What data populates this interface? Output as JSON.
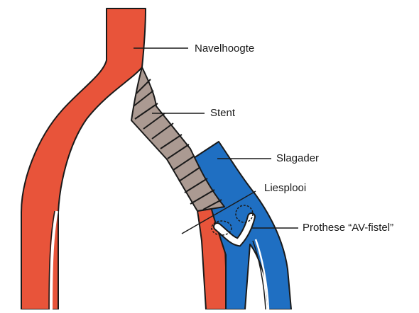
{
  "labels": {
    "navel": "Navelhoogte",
    "stent": "Stent",
    "artery": "Slagader",
    "groin": "Liesplooi",
    "prosthesis": "Prothese “AV-fistel”"
  },
  "colors": {
    "artery": "#e8543a",
    "vein": "#1f6fc2",
    "stent": "#ab9a92",
    "outline": "#1a1a1a",
    "background": "#ffffff"
  }
}
